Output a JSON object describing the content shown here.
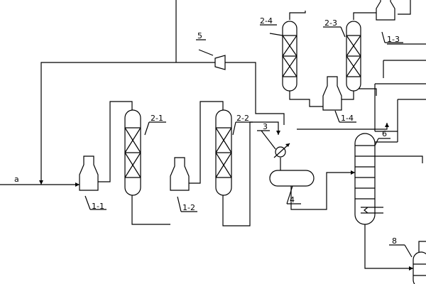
{
  "stream_labels": {
    "feed": "a"
  },
  "units": {
    "heater_1_1": "1-1",
    "heater_1_2": "1-2",
    "heater_1_3": "1-3",
    "heater_1_4": "1-4",
    "reactor_2_1": "2-1",
    "reactor_2_2": "2-2",
    "reactor_2_3": "2-3",
    "reactor_2_4": "2-4",
    "cooler_3": "3",
    "separator_4": "4",
    "compressor_5": "5",
    "column_6": "6",
    "vessel_8": "8"
  }
}
